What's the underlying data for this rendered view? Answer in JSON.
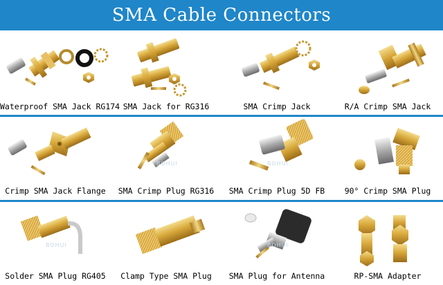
{
  "header": {
    "title": "SMA Cable Connectors",
    "bg": "#1f86c9"
  },
  "watermark": "BOHUI",
  "rows": [
    {
      "items": [
        {
          "label": "Waterproof SMA Jack RG174",
          "icon": "waterproof-sma-jack-icon"
        },
        {
          "label": "SMA Jack for RG316",
          "icon": "sma-jack-rg316-icon"
        },
        {
          "label": "SMA Crimp Jack",
          "icon": "sma-crimp-jack-icon"
        },
        {
          "label": "R/A Crimp SMA Jack",
          "icon": "ra-crimp-sma-jack-icon"
        }
      ]
    },
    {
      "items": [
        {
          "label": "Crimp SMA Jack Flange",
          "icon": "crimp-sma-jack-flange-icon"
        },
        {
          "label": "SMA Crimp Plug RG316",
          "icon": "sma-crimp-plug-rg316-icon"
        },
        {
          "label": "SMA Crimp Plug 5D FB",
          "icon": "sma-crimp-plug-5dfb-icon"
        },
        {
          "label": "90° Crimp SMA Plug",
          "icon": "90-crimp-sma-plug-icon"
        }
      ]
    },
    {
      "items": [
        {
          "label": "Solder SMA Plug RG405",
          "icon": "solder-sma-plug-icon"
        },
        {
          "label": "Clamp Type SMA Plug",
          "icon": "clamp-sma-plug-icon"
        },
        {
          "label": "SMA Plug for Antenna",
          "icon": "sma-plug-antenna-icon"
        },
        {
          "label": "RP-SMA Adapter",
          "icon": "rp-sma-adapter-icon"
        }
      ]
    }
  ]
}
